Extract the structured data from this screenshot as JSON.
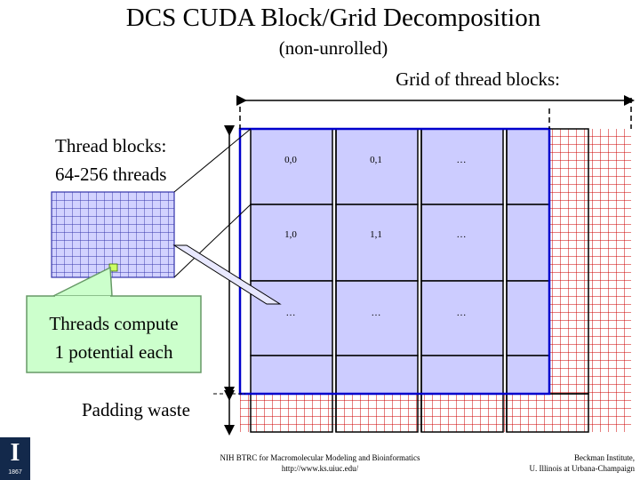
{
  "title": "DCS CUDA Block/Grid Decomposition",
  "subtitle": "(non-unrolled)",
  "grid_label": "Grid of thread blocks:",
  "thread_blocks_label": {
    "line1": "Thread blocks:",
    "line2": "64-256 threads"
  },
  "callout": {
    "line1": "Threads compute",
    "line2": "1 potential each"
  },
  "padding_label": "Padding waste",
  "cells": [
    [
      "0,0",
      "0,1",
      "…"
    ],
    [
      "1,0",
      "1,1",
      "…"
    ],
    [
      "…",
      "…",
      "…"
    ]
  ],
  "footer": {
    "center_line1": "NIH BTRC for Macromolecular Modeling and Bioinformatics",
    "center_line2": "http://www.ks.uiuc.edu/",
    "right_line1": "Beckman Institute,",
    "right_line2": "U. Illinois at Urbana-Champaign"
  },
  "logo": {
    "year": "1867"
  },
  "colors": {
    "block_fill": "#ccccff",
    "block_border": "#000000",
    "valid_region_border": "#0000cc",
    "padding_grid": "#cc0000",
    "callout_fill": "#ccffcc",
    "callout_border": "#669966",
    "logo_bg": "#13294b"
  }
}
